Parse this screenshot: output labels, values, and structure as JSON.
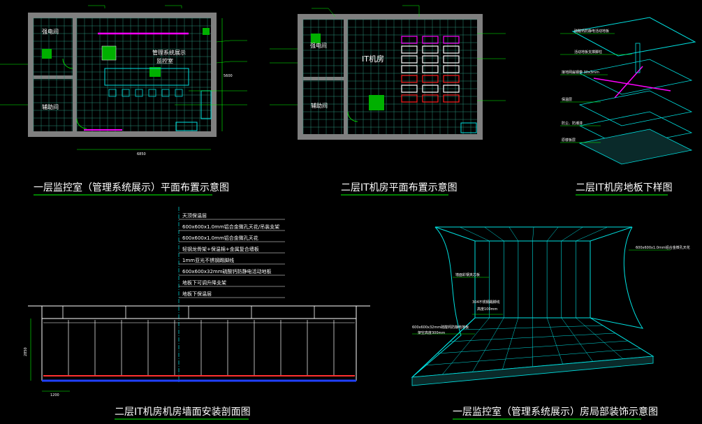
{
  "captions": {
    "plan1": "一层监控室（管理系统展示）平面布置示意图",
    "plan2": "二层IT机房平面布置示意图",
    "floor_sample": "二层IT机房地板下样图",
    "wall_section": "二层IT机房机房墙面安装剖面图",
    "perspective": "一层监控室（管理系统展示）房局部装饰示意图"
  },
  "plan1": {
    "rooms": {
      "power_room": "强电间",
      "control_room_line1": "管理系统展示",
      "control_room_line2": "监控室",
      "auxiliary_room": "辅助间"
    },
    "dims": {
      "bottom_total": "6850",
      "side": "5600"
    }
  },
  "plan2": {
    "rooms": {
      "power_room": "强电间",
      "it_room": "IT机房",
      "auxiliary_room": "辅助间"
    }
  },
  "floor_layers": {
    "layer1": "硫酸钙防静电活动地板",
    "layer2": "活动地板支撑脚柱",
    "layer3": "接地网扁钢带 30x3mm",
    "layer4": "保温层",
    "layer5": "防尘、防潮漆",
    "layer6": "原楼板层"
  },
  "section": {
    "callouts": [
      "天顶保温层",
      "600x600x1.0mm铝合金微孔天花/吊装支架",
      "600x600x1.0mm铝合金微孔天花",
      "轻钢龙骨架+保温棉+金属复合墙板",
      "1mm亚光不锈钢踢脚线",
      "600x600x32mm硫酸钙防静电活动地板",
      "地板下可调升降支架",
      "地板下保温层"
    ],
    "dim_height": "2850",
    "dim_width": "1200"
  },
  "perspective": {
    "callouts": {
      "ceiling": "600x600x1.0mm铝合金微孔天花",
      "wall": "墙面彩钢夹芯板",
      "skirting_line1": "304不锈钢踢脚线",
      "skirting_line2": "高度100mm",
      "floor_line1": "600x600x32mm硫酸钙防静电地板",
      "floor_line2": "架空高度300mm"
    }
  },
  "colors": {
    "background": "#000000",
    "wall": "#7f7f7f",
    "grid": "#2a8f7a",
    "annotation": "#00ff00",
    "magenta": "#ff00ff",
    "cyan": "#00e0e0",
    "caption_underline": "#00ff00"
  }
}
